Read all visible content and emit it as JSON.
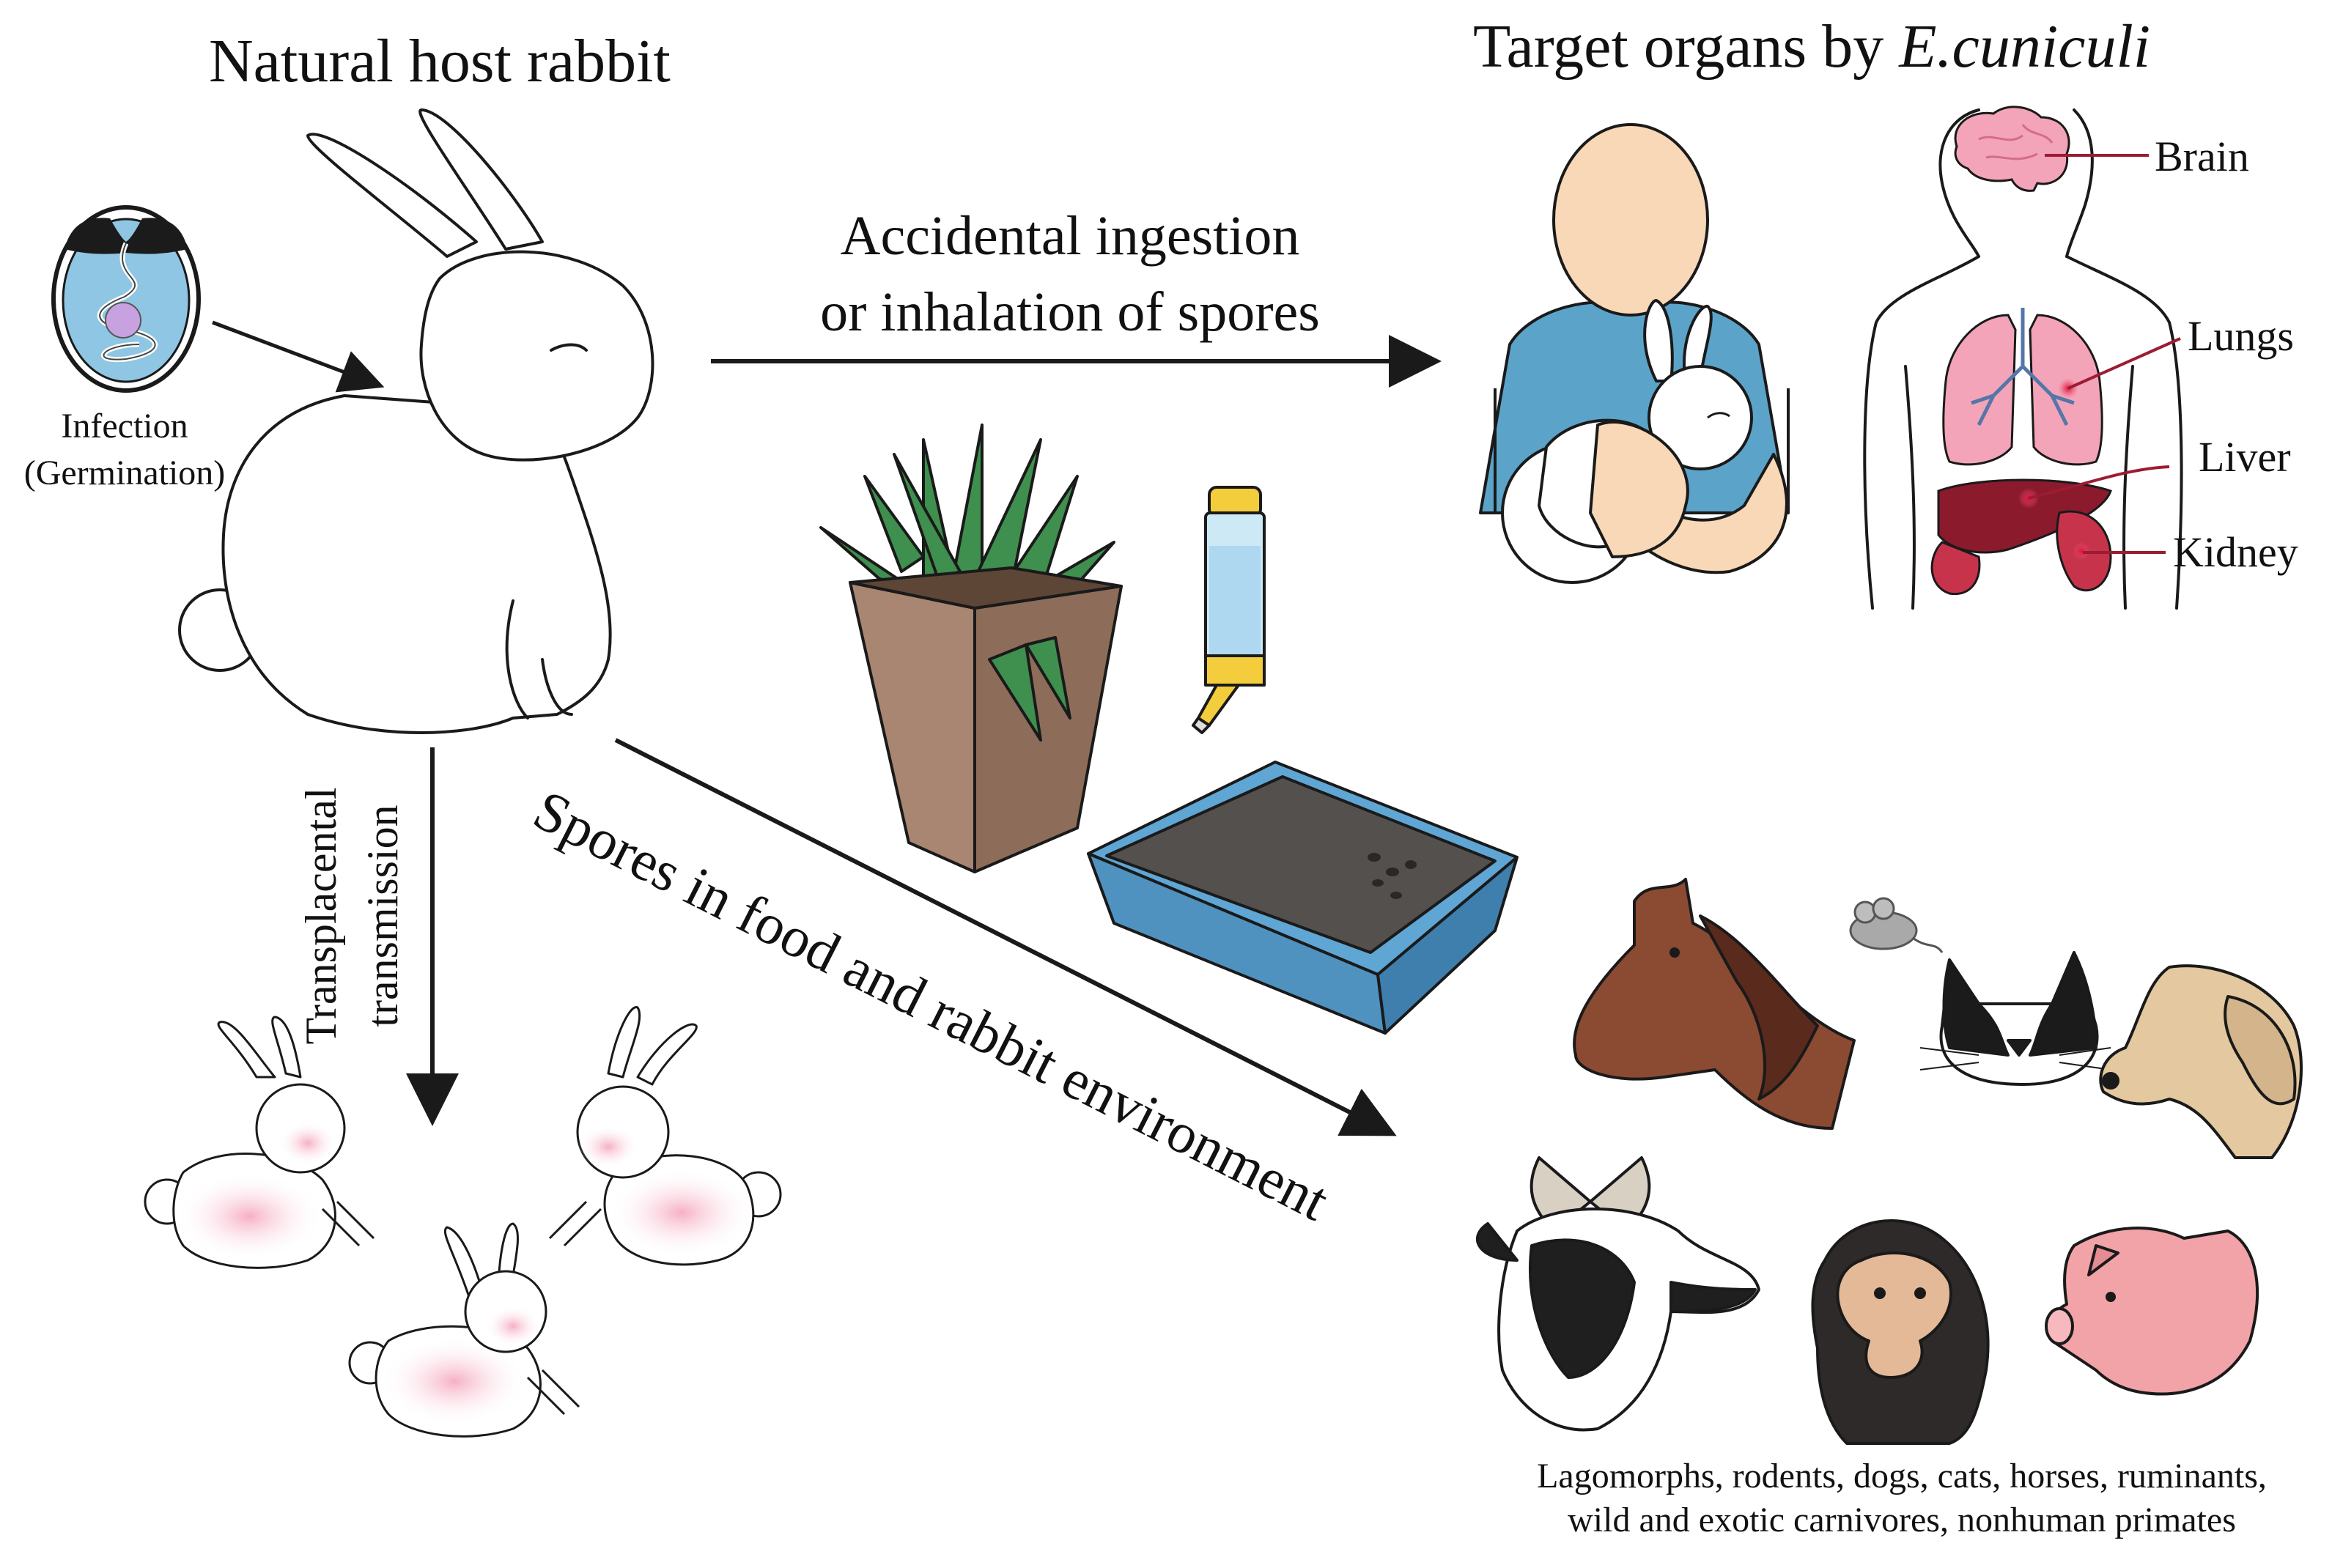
{
  "titles": {
    "natural_host": "Natural host rabbit",
    "target_organs_prefix": "Target organs by ",
    "target_organs_species": "E.cuniculi"
  },
  "infection_label": [
    "Infection",
    "(Germination)"
  ],
  "arrows": {
    "ingestion_label": [
      "Accidental ingestion",
      "or inhalation of spores"
    ],
    "transplacental_label": [
      "Transplacental",
      "transmission"
    ],
    "environment_label": "Spores in food and rabbit environment"
  },
  "organs": [
    "Brain",
    "Lungs",
    "Liver",
    "Kidney"
  ],
  "hosts_caption": [
    "Lagomorphs, rodents, dogs, cats, horses, ruminants,",
    "wild and exotic carnivores, nonhuman primates"
  ],
  "colors": {
    "line": "#1a1a1a",
    "skin": "#f8d8b7",
    "shirt": "#5ba3c9",
    "pink_organ": "#f4a4b8",
    "liver": "#8b1a2c",
    "kidney": "#c7334b",
    "pot": "#a88671",
    "grass": "#3f8f4e",
    "tray": "#5fa6d4",
    "litter": "#54504d",
    "horse": "#8b4a32",
    "dog": "#e3c8a0",
    "pig": "#f2a3a8",
    "monkey": "#2d2a29",
    "bottle_cap": "#f4cd3d",
    "leader_line": "#9b1c33"
  }
}
